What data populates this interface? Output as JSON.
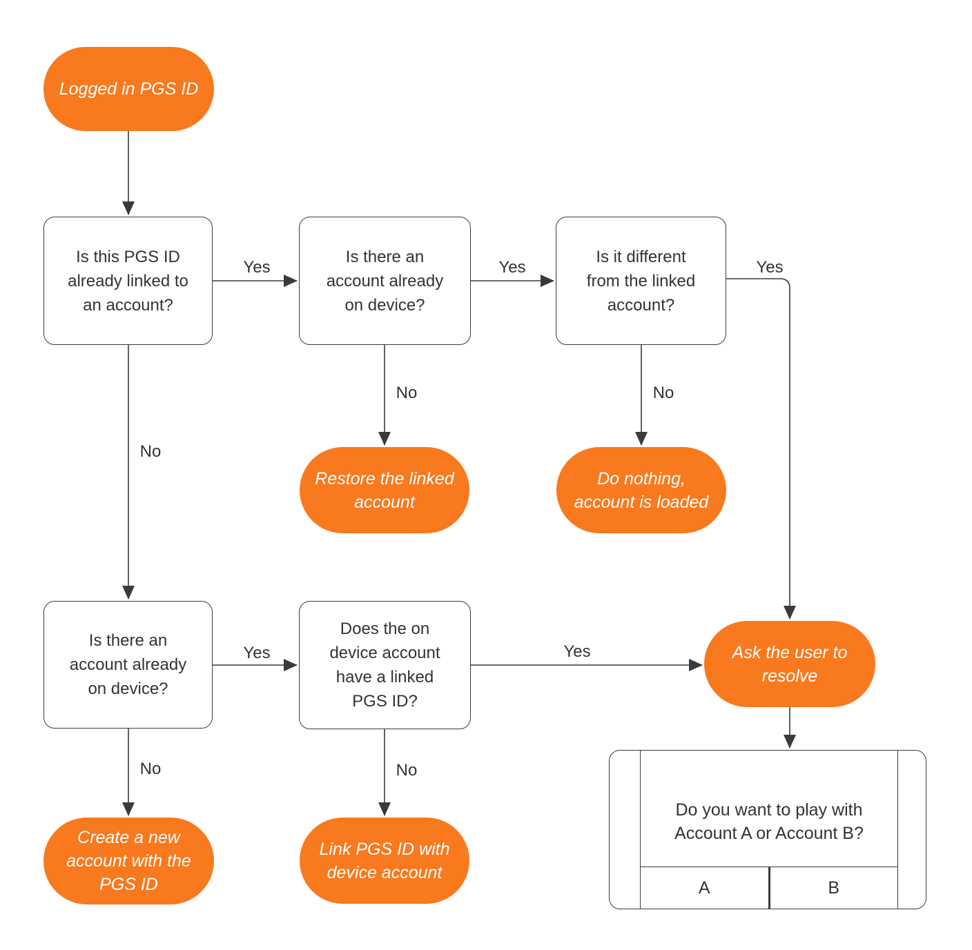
{
  "diagram": {
    "colors": {
      "accent": "#F9791E",
      "line": "#3a3a3a",
      "text": "#333333",
      "pill_text": "#ffffff",
      "background": "#ffffff"
    },
    "nodes": {
      "start": {
        "type": "terminal",
        "lines": [
          "Logged in PGS ID"
        ]
      },
      "q_linked": {
        "type": "decision",
        "lines": [
          "Is this PGS ID",
          "already linked to",
          "an account?"
        ]
      },
      "q_on_device_1": {
        "type": "decision",
        "lines": [
          "Is there an",
          "account already",
          "on device?"
        ]
      },
      "q_different": {
        "type": "decision",
        "lines": [
          "Is it different",
          "from the linked",
          "account?"
        ]
      },
      "restore": {
        "type": "terminal",
        "lines": [
          "Restore the linked",
          "account"
        ]
      },
      "do_nothing": {
        "type": "terminal",
        "lines": [
          "Do nothing,",
          "account is loaded"
        ]
      },
      "q_on_device_2": {
        "type": "decision",
        "lines": [
          "Is there an",
          "account already",
          "on device?"
        ]
      },
      "q_has_pgs": {
        "type": "decision",
        "lines": [
          "Does the on",
          "device account",
          "have a linked",
          "PGS ID?"
        ]
      },
      "ask_user": {
        "type": "terminal",
        "lines": [
          "Ask the user to",
          "resolve"
        ]
      },
      "create_new": {
        "type": "terminal",
        "lines": [
          "Create a new",
          "account with the",
          "PGS  ID"
        ]
      },
      "link_pgs": {
        "type": "terminal",
        "lines": [
          "Link PGS ID with",
          "device account"
        ]
      }
    },
    "edge_labels": {
      "linked_yes": "Yes",
      "linked_no": "No",
      "device1_yes": "Yes",
      "device1_no": "No",
      "different_yes": "Yes",
      "different_no": "No",
      "device2_yes": "Yes",
      "device2_no": "No",
      "has_pgs_yes": "Yes",
      "has_pgs_no": "No"
    },
    "dialog": {
      "question_lines": [
        "Do you want to play with",
        "Account A or Account B?"
      ],
      "buttons": [
        "A",
        "B"
      ]
    }
  }
}
